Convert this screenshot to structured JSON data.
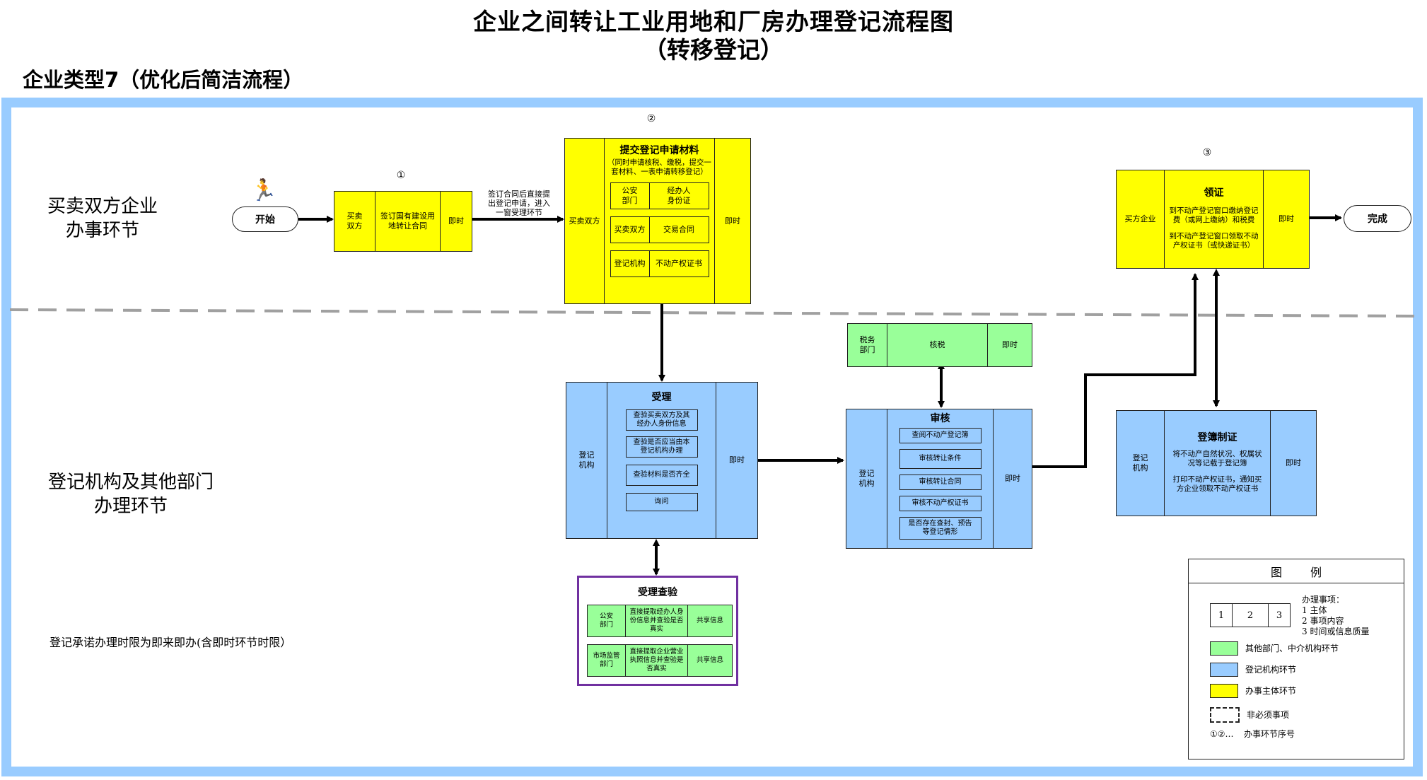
{
  "title": {
    "line1": "企业之间转让工业用地和厂房办理登记流程图",
    "line2": "（转移登记）"
  },
  "subtitle": "企业类型7（优化后简洁流程）",
  "lanes": {
    "top": [
      "买卖双方企业",
      "办事环节"
    ],
    "bottom": [
      "登记机构及其他部门",
      "办理环节"
    ]
  },
  "start": {
    "label": "开始",
    "icon": "runner-icon"
  },
  "end": {
    "label": "完成"
  },
  "step1": {
    "number": "①",
    "subject": "买卖\n双方",
    "content": "签订国有建设用\n地转让合同",
    "time": "即时"
  },
  "arrow_note": "签订合同后直接提\n出登记申请，进入\n一窗受理环节",
  "step2": {
    "number": "②",
    "subject": "买卖双方",
    "title": "提交登记申请材料",
    "desc": "（同时申请核税、缴税，提交一\n套材料、一表申请转移登记）",
    "rows": [
      {
        "left": "公安\n部门",
        "right": "经办人\n身份证"
      },
      {
        "left": "买卖双方",
        "right": "交易合同"
      },
      {
        "left": "登记机构",
        "right": "不动产权证书"
      }
    ],
    "time": "即时"
  },
  "step3": {
    "number": "③",
    "subject": "买方企业",
    "title": "领证",
    "desc1": "到不动产登记窗口缴纳登记\n费（或网上缴纳）和税费",
    "desc2": "到不动产登记窗口领取不动\n产权证书（或快递证书）",
    "time": "即时"
  },
  "accept": {
    "subject": "登记\n机构",
    "title": "受理",
    "items": [
      "查验买卖双方及其\n经办人身份信息",
      "查验是否应当由本\n登记机构办理",
      "查验材料是否齐全",
      "询问"
    ],
    "time": "即时"
  },
  "verify": {
    "title": "受理查验",
    "rows": [
      {
        "dept": "公安\n部门",
        "content": "直接提取经办人身\n份信息并查验是否\n真实",
        "share": "共享信息"
      },
      {
        "dept": "市场监管\n部门",
        "content": "直接提取企业营业\n执照信息并查验是\n否真实",
        "share": "共享信息"
      }
    ]
  },
  "tax": {
    "subject": "税务\n部门",
    "content": "核税",
    "time": "即时"
  },
  "review": {
    "subject": "登记\n机构",
    "title": "审核",
    "items": [
      "查阅不动产登记簿",
      "审核转让条件",
      "审核转让合同",
      "审核不动产权证书",
      "是否存在查封、预告\n等登记情形"
    ],
    "time": "即时"
  },
  "register": {
    "subject": "登记\n机构",
    "title": "登簿制证",
    "desc1": "将不动产自然状况、权属状\n况等记载于登记簿",
    "desc2": "打印不动产权证书，通知买\n方企业领取不动产权证书",
    "time": "即时"
  },
  "promise": "登记承诺办理时限为即来即办(含即时环节时限）",
  "legend": {
    "title": "图例",
    "cells": [
      "1",
      "2",
      "3"
    ],
    "notes_title": "办理事项：",
    "notes": [
      "1 主体",
      "2 事项内容",
      "3 时间或信息质量"
    ],
    "items": [
      {
        "label": "其他部门、中介机构环节",
        "color": "#99ff99"
      },
      {
        "label": "登记机构环节",
        "color": "#99ccff"
      },
      {
        "label": "办事主体环节",
        "color": "#ffff00"
      }
    ],
    "dashed_label": "非必须事项",
    "seq_symbol": "①②…",
    "seq_label": "办事环节序号"
  }
}
